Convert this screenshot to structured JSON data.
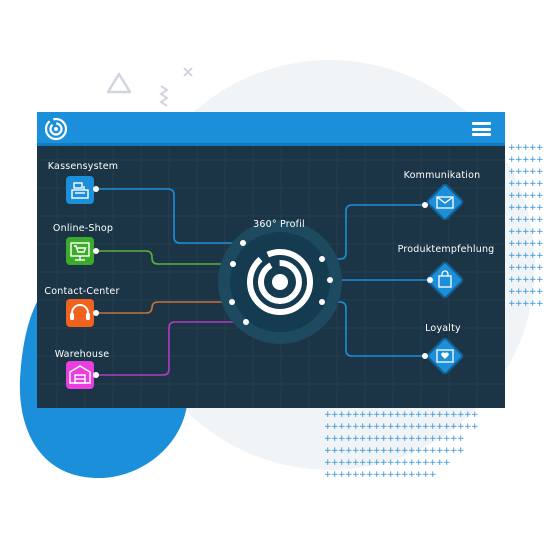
{
  "header": {
    "logo_icon": "target-rings-icon",
    "menu_icon": "hamburger-menu-icon",
    "bar_color": "#1b8fd9",
    "panel_color": "#1c3546"
  },
  "center": {
    "label": "360° Profil",
    "icon": "concentric-rings-icon"
  },
  "sources": [
    {
      "label": "Kassensystem",
      "icon": "cash-register-icon",
      "color": "#1b8fd9",
      "line_color": "#1b8fd9"
    },
    {
      "label": "Online-Shop",
      "icon": "shopping-cart-monitor-icon",
      "color": "#3cab2a",
      "line_color": "#5cb23a"
    },
    {
      "label": "Contact-Center",
      "icon": "headset-icon",
      "color": "#f0621e",
      "line_color": "#d16a3a"
    },
    {
      "label": "Warehouse",
      "icon": "warehouse-icon",
      "color": "#e93fe0",
      "line_color": "#b43bc2"
    }
  ],
  "targets": [
    {
      "label": "Kommunikation",
      "icon": "envelope-icon"
    },
    {
      "label": "Produktempfehlung",
      "icon": "shopping-bag-icon"
    },
    {
      "label": "Loyalty",
      "icon": "heart-card-icon"
    }
  ]
}
